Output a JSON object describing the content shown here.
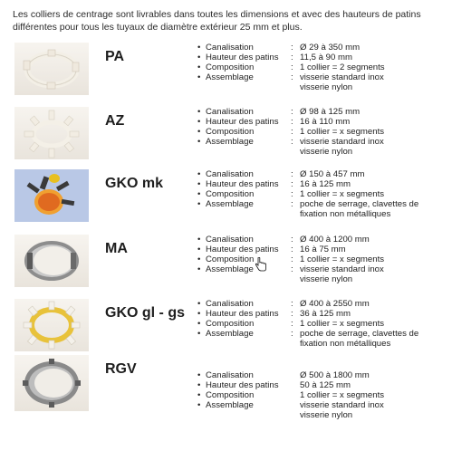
{
  "intro": "Les colliers de centrage sont livrables dans toutes les dimensions et avec des hauteurs de patins différentes pour tous les tuyaux de diamètre extérieur 25 mm et plus.",
  "bullet": "•",
  "colon": ":",
  "labels": {
    "canalisation": "Canalisation",
    "hauteur": "Hauteur des patins",
    "composition": "Composition",
    "assemblage": "Assemblage"
  },
  "products": [
    {
      "code": "PA",
      "canalisation": "Ø 29 à 350 mm",
      "hauteur": "11,5 à 90 mm",
      "composition": "1 collier = 2 segments",
      "assemblage": "visserie standard inox",
      "assemblage2": "visserie nylon",
      "show_colon": true
    },
    {
      "code": "AZ",
      "canalisation": "Ø 98 à 125 mm",
      "hauteur": "16 à 110 mm",
      "composition": "1 collier = x segments",
      "assemblage": "visserie standard inox",
      "assemblage2": "visserie nylon",
      "show_colon": true
    },
    {
      "code": "GKO mk",
      "canalisation": "Ø 150 à 457 mm",
      "hauteur": "16 à 125 mm",
      "composition": "1 collier = x segments",
      "assemblage": "poche de serrage, clavettes de",
      "assemblage2": "fixation non métalliques",
      "show_colon": true
    },
    {
      "code": "MA",
      "canalisation": "Ø 400 à 1200 mm",
      "hauteur": "16 à 75 mm",
      "composition": "1 collier = x segments",
      "assemblage": "visserie standard inox",
      "assemblage2": "visserie nylon",
      "show_colon": true
    },
    {
      "code": "GKO gl - gs",
      "canalisation": "Ø 400 à 2550 mm",
      "hauteur": "36 à 125 mm",
      "composition": "1 collier = x segments",
      "assemblage": "poche de serrage, clavettes de",
      "assemblage2": "fixation non métalliques",
      "show_colon": true
    },
    {
      "code": "RGV",
      "canalisation": "Ø 500 à 1800 mm",
      "hauteur": "50 à 125 mm",
      "composition": "1 collier = x segments",
      "assemblage": "visserie standard inox",
      "assemblage2": "visserie nylon",
      "show_colon": false
    }
  ]
}
